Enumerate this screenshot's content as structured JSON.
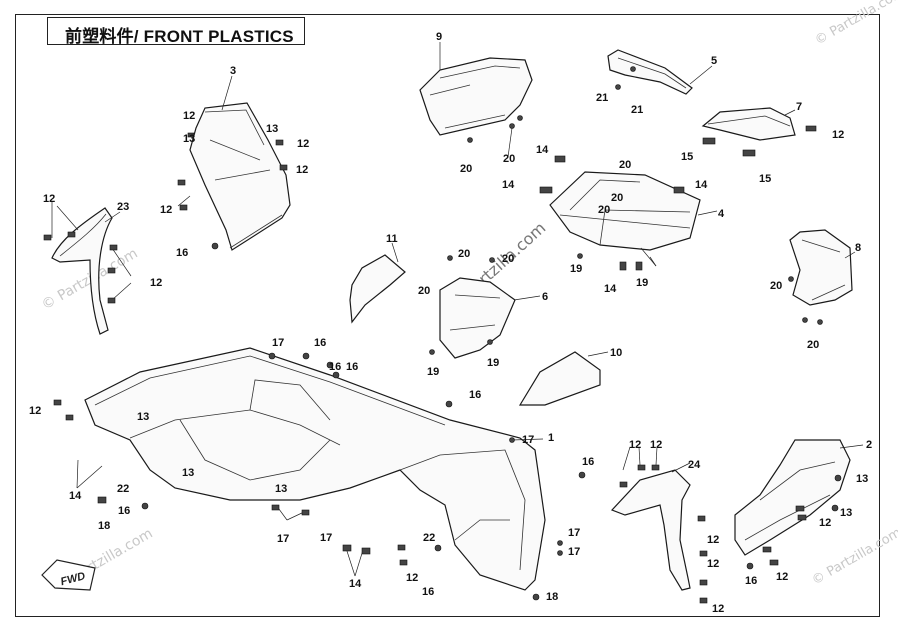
{
  "diagram": {
    "title": "前塑料件/ FRONT PLASTICS",
    "watermark": "© Partzilla.com",
    "orientation_label": "FWD",
    "callouts": [
      {
        "id": "c1",
        "text": "1"
      },
      {
        "id": "c2",
        "text": "2"
      },
      {
        "id": "c3",
        "text": "3"
      },
      {
        "id": "c4",
        "text": "4"
      },
      {
        "id": "c5",
        "text": "5"
      },
      {
        "id": "c6",
        "text": "6"
      },
      {
        "id": "c7",
        "text": "7"
      },
      {
        "id": "c8",
        "text": "8"
      },
      {
        "id": "c9",
        "text": "9"
      },
      {
        "id": "c10",
        "text": "10"
      },
      {
        "id": "c11",
        "text": "11"
      },
      {
        "id": "c23",
        "text": "23"
      },
      {
        "id": "c24",
        "text": "24"
      },
      {
        "id": "a12a",
        "text": "12"
      },
      {
        "id": "a13a",
        "text": "13"
      },
      {
        "id": "a12b",
        "text": "12"
      },
      {
        "id": "a12c",
        "text": "12"
      },
      {
        "id": "a12d",
        "text": "12"
      },
      {
        "id": "a16a",
        "text": "16"
      },
      {
        "id": "b12a",
        "text": "12"
      },
      {
        "id": "b12b",
        "text": "12"
      },
      {
        "id": "d20a",
        "text": "20"
      },
      {
        "id": "d20b",
        "text": "20"
      },
      {
        "id": "d21a",
        "text": "21"
      },
      {
        "id": "d21b",
        "text": "21"
      },
      {
        "id": "e12",
        "text": "12"
      },
      {
        "id": "e15a",
        "text": "15"
      },
      {
        "id": "e15b",
        "text": "15"
      },
      {
        "id": "f14a",
        "text": "14"
      },
      {
        "id": "f14b",
        "text": "14"
      },
      {
        "id": "f14c",
        "text": "14"
      },
      {
        "id": "f14d",
        "text": "14"
      },
      {
        "id": "f20a",
        "text": "20"
      },
      {
        "id": "f20b",
        "text": "20"
      },
      {
        "id": "f20c",
        "text": "20"
      },
      {
        "id": "f19a",
        "text": "19"
      },
      {
        "id": "f19b",
        "text": "19"
      },
      {
        "id": "g20a",
        "text": "20"
      },
      {
        "id": "g20b",
        "text": "20"
      },
      {
        "id": "g20c",
        "text": "20"
      },
      {
        "id": "g19a",
        "text": "19"
      },
      {
        "id": "g19b",
        "text": "19"
      },
      {
        "id": "h20a",
        "text": "20"
      },
      {
        "id": "h20b",
        "text": "20"
      },
      {
        "id": "i17a",
        "text": "17"
      },
      {
        "id": "i16a",
        "text": "16"
      },
      {
        "id": "i16b",
        "text": "16"
      },
      {
        "id": "i16c",
        "text": "16"
      },
      {
        "id": "i12a",
        "text": "12"
      },
      {
        "id": "i13a",
        "text": "13"
      },
      {
        "id": "i14a",
        "text": "14"
      },
      {
        "id": "i22a",
        "text": "22"
      },
      {
        "id": "i16d",
        "text": "16"
      },
      {
        "id": "i18a",
        "text": "18"
      },
      {
        "id": "i13b",
        "text": "13"
      },
      {
        "id": "i13c",
        "text": "13"
      },
      {
        "id": "i17b",
        "text": "17"
      },
      {
        "id": "i17c",
        "text": "17"
      },
      {
        "id": "i14b",
        "text": "14"
      },
      {
        "id": "i16e",
        "text": "16"
      },
      {
        "id": "i17d",
        "text": "17"
      },
      {
        "id": "i16f",
        "text": "16"
      },
      {
        "id": "i12b",
        "text": "12"
      },
      {
        "id": "i22b",
        "text": "22"
      },
      {
        "id": "i16g",
        "text": "16"
      },
      {
        "id": "i17e",
        "text": "17"
      },
      {
        "id": "i17f",
        "text": "17"
      },
      {
        "id": "i18b",
        "text": "18"
      },
      {
        "id": "j12a",
        "text": "12"
      },
      {
        "id": "j12b",
        "text": "12"
      },
      {
        "id": "j12c",
        "text": "12"
      },
      {
        "id": "j12d",
        "text": "12"
      },
      {
        "id": "j12e",
        "text": "12"
      },
      {
        "id": "k13a",
        "text": "13"
      },
      {
        "id": "k13b",
        "text": "13"
      },
      {
        "id": "k12a",
        "text": "12"
      },
      {
        "id": "k12b",
        "text": "12"
      },
      {
        "id": "k16",
        "text": "16"
      }
    ]
  }
}
